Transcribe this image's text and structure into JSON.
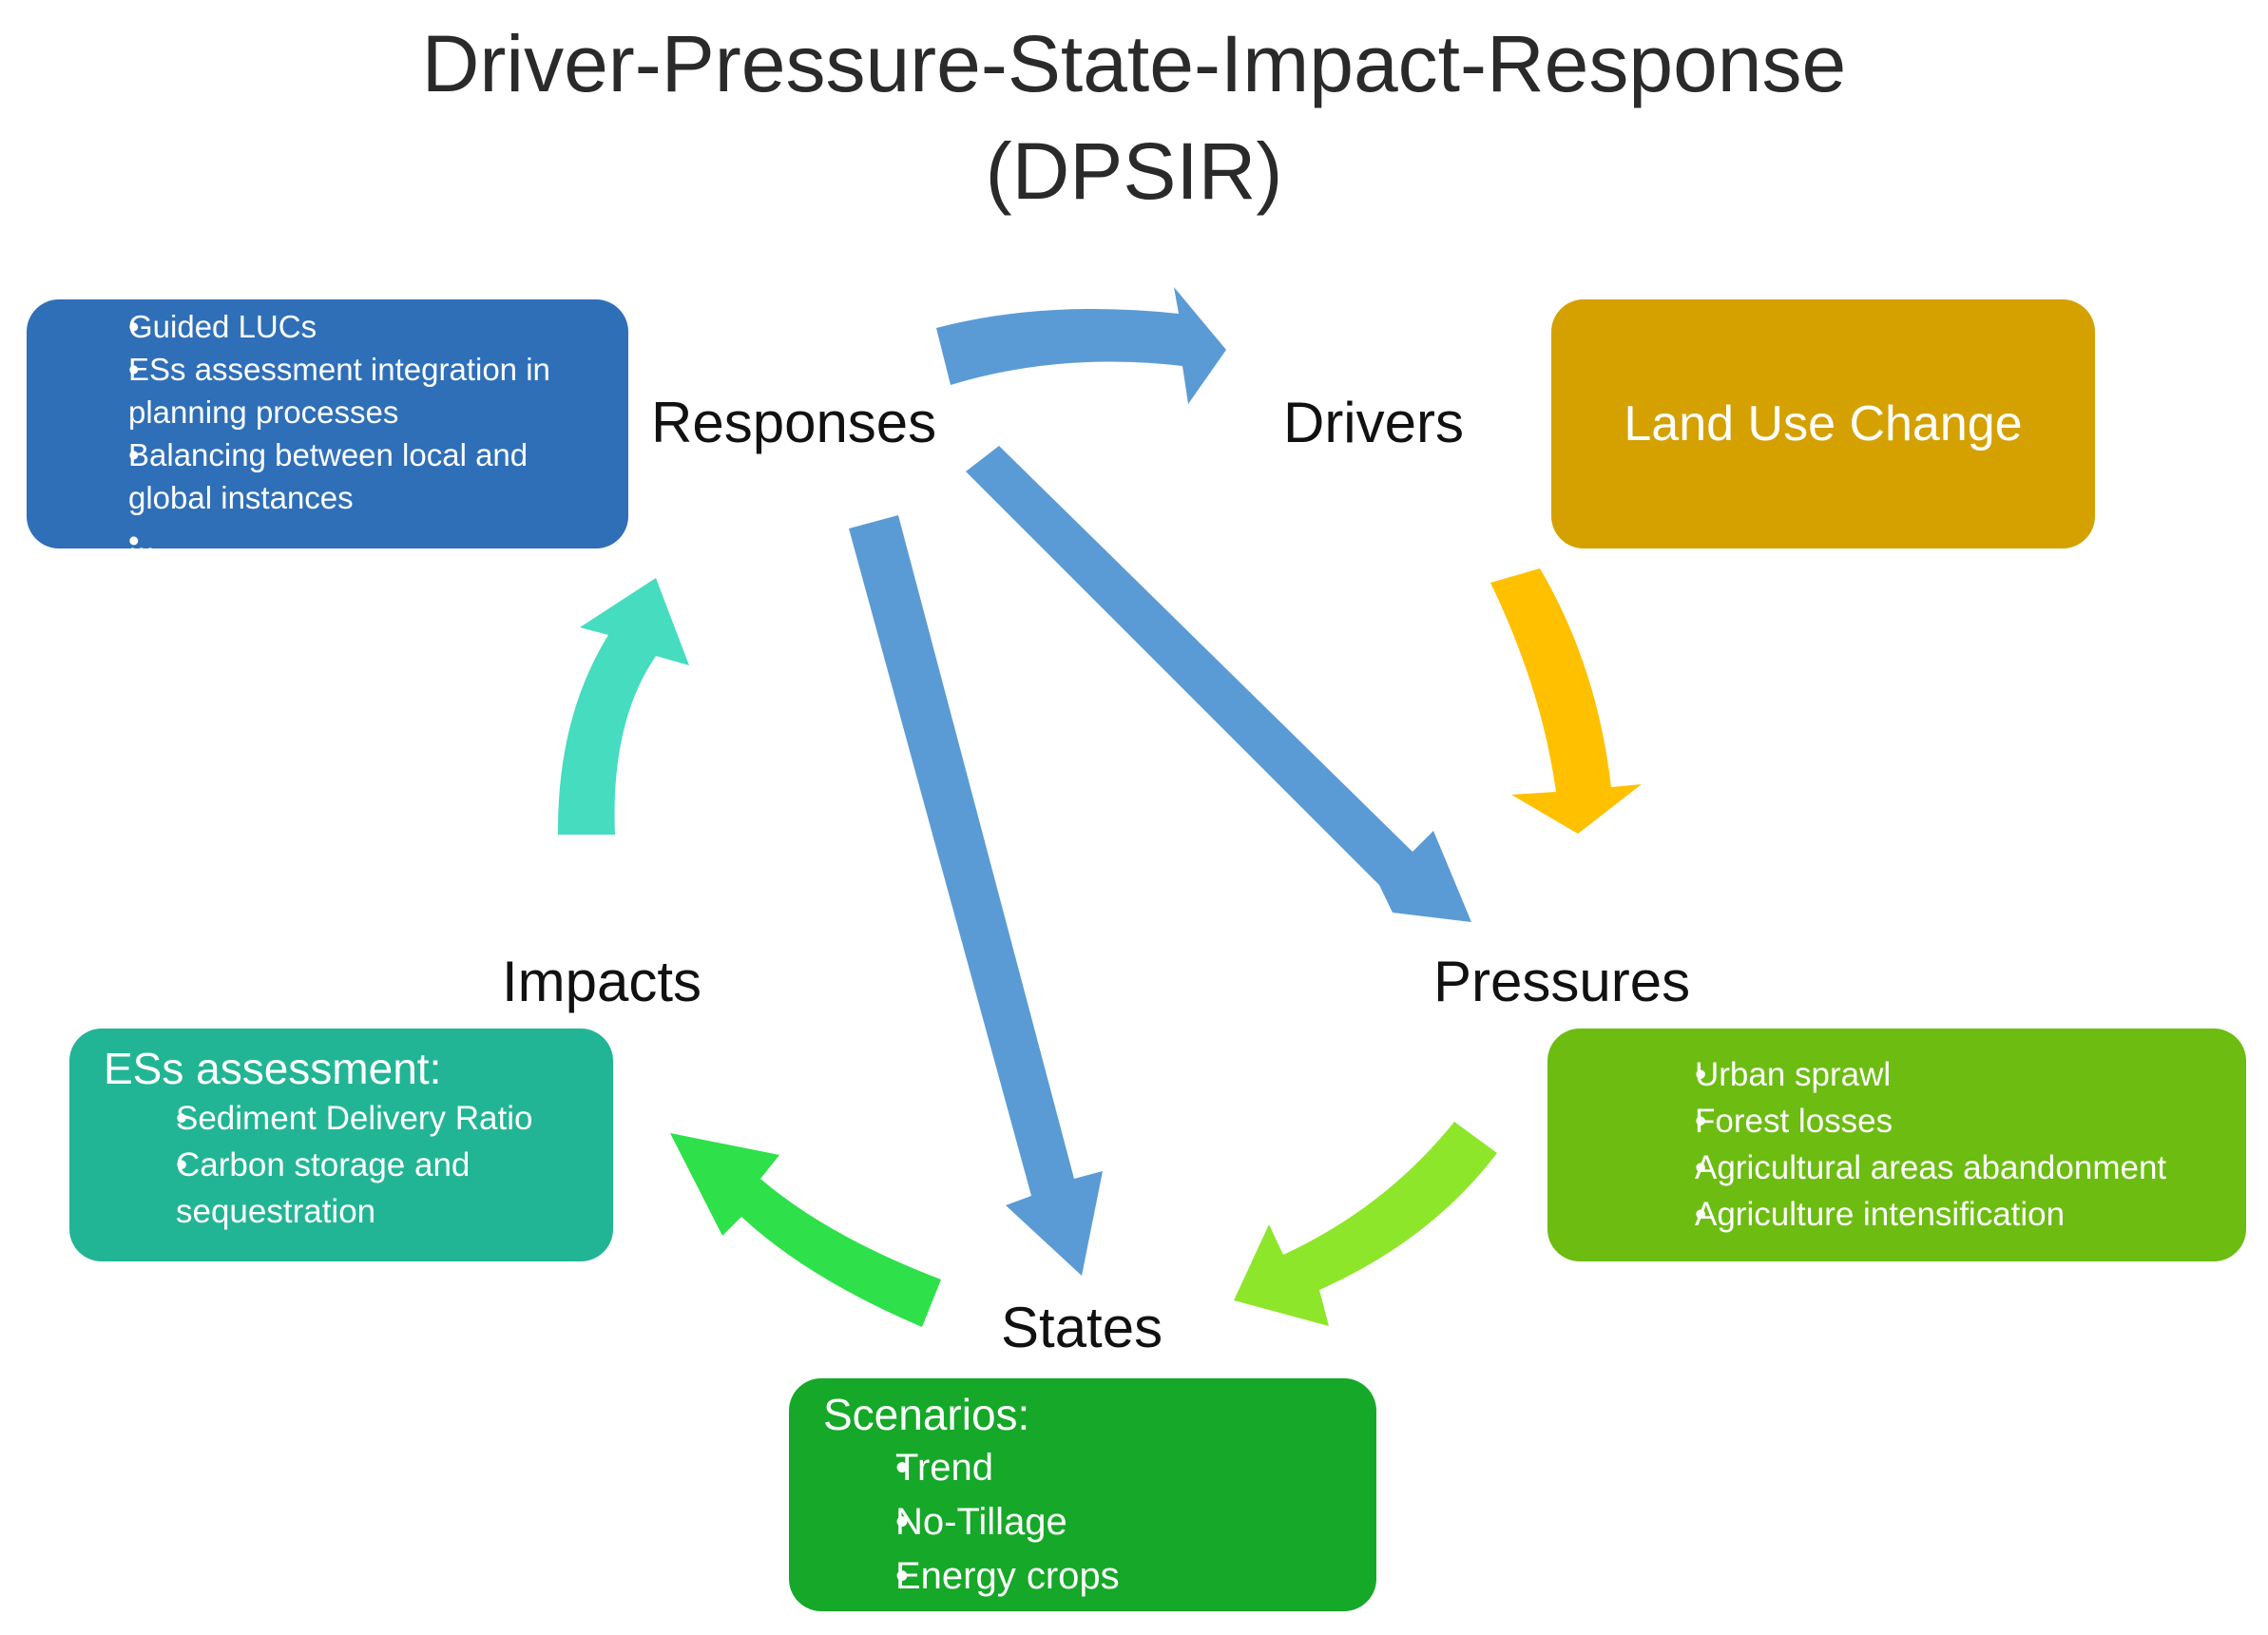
{
  "title": {
    "line1": "Driver-Pressure-State-Impact-Response",
    "line2": "(DPSIR)"
  },
  "nodes": {
    "responses": "Responses",
    "drivers": "Drivers",
    "pressures": "Pressures",
    "states": "States",
    "impacts": "Impacts"
  },
  "boxes": {
    "responses": {
      "color": "#2f6fb8",
      "items": [
        "Guided LUCs",
        "ESs assessment integration in planning processes",
        "Balancing between local and global instances",
        "..."
      ]
    },
    "drivers": {
      "color": "#d4a100",
      "text": "Land Use Change"
    },
    "pressures": {
      "color": "#6cbc12",
      "items": [
        "Urban sprawl",
        "Forest losses",
        "Agricultural areas abandonment",
        "Agriculture intensification"
      ]
    },
    "impacts": {
      "color": "#22b595",
      "heading": "ESs assessment:",
      "items": [
        "Sediment Delivery Ratio",
        "Carbon storage and sequestration"
      ]
    },
    "states": {
      "color": "#16a828",
      "heading": "Scenarios:",
      "items": [
        "Trend",
        "No-Tillage",
        "Energy crops"
      ]
    }
  },
  "arrow_colors": {
    "responses_to_drivers": "#5b9bd5",
    "drivers_to_pressures": "#ffc000",
    "responses_to_pressures": "#5b9bd5",
    "responses_to_states": "#5b9bd5",
    "pressures_to_states": "#8ee62a",
    "states_to_impacts": "#2ee04a",
    "impacts_to_responses": "#45dcc0"
  }
}
